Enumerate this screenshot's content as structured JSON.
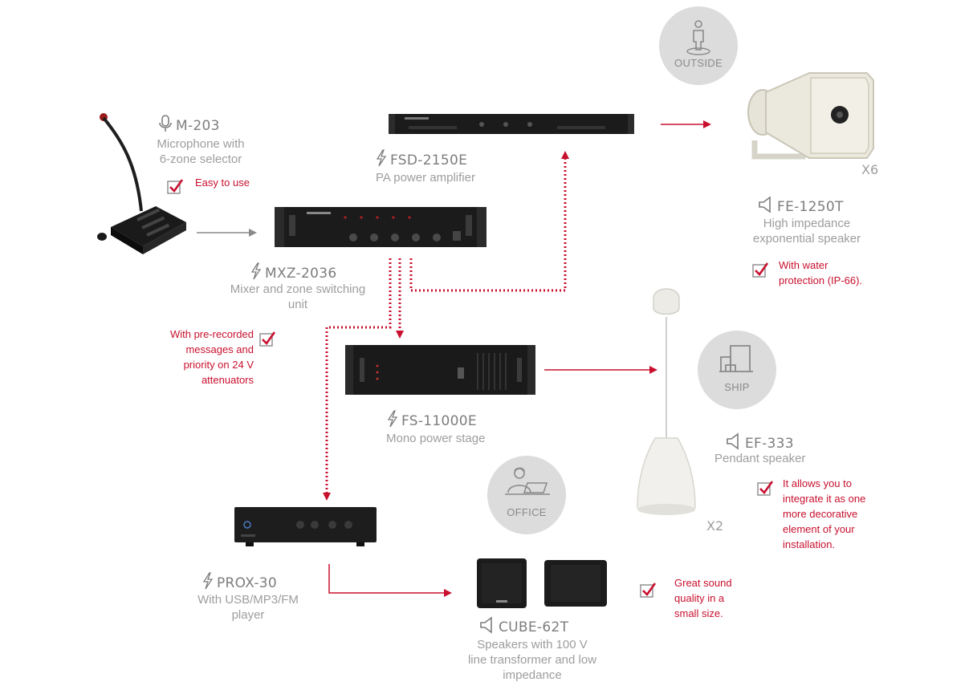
{
  "products": {
    "m203": {
      "model": "M-203",
      "desc_lines": [
        "Microphone with",
        "6-zone selector"
      ],
      "note": "Easy to use"
    },
    "fsd2150e": {
      "model": "FSD-2150E",
      "desc": "PA power amplifier"
    },
    "mxz2036": {
      "model": "MXZ-2036",
      "desc_lines": [
        "Mixer and zone switching",
        "unit"
      ],
      "note_lines": [
        "With pre-recorded",
        "messages and",
        "priority on 24 V",
        "attenuators"
      ]
    },
    "fs11000e": {
      "model": "FS-11000E",
      "desc": "Mono power stage"
    },
    "prox30": {
      "model": "PROX-30",
      "desc_lines": [
        "With USB/MP3/FM",
        "player"
      ]
    },
    "fe1250t": {
      "model": "FE-1250T",
      "desc_lines": [
        "High impedance",
        "exponential speaker"
      ],
      "note_lines": [
        "With water",
        "protection (IP-66)."
      ],
      "qty": "X6"
    },
    "ef333": {
      "model": "EF-333",
      "desc": "Pendant speaker",
      "note_lines": [
        "It allows you to",
        "integrate it as one",
        "more decorative",
        "element of your",
        "installation."
      ],
      "qty": "X2"
    },
    "cube62t": {
      "model": "CUBE-62T",
      "desc_lines": [
        "Speakers with 100 V",
        "line transformer and low",
        "impedance"
      ],
      "note_lines": [
        "Great sound",
        "quality in a",
        "small size."
      ]
    }
  },
  "zones": {
    "outside": "OUTSIDE",
    "ship": "SHIP",
    "office": "OFFICE"
  },
  "icons": [
    "microphone-icon",
    "lightning-icon",
    "speaker-icon",
    "check-icon",
    "person-icon",
    "building-icon",
    "worker-laptop-icon"
  ],
  "colors": {
    "accent": "#c8102e",
    "text": "#9d9d9d",
    "model": "#7d7d7d",
    "badge": "#dcdcdc"
  }
}
